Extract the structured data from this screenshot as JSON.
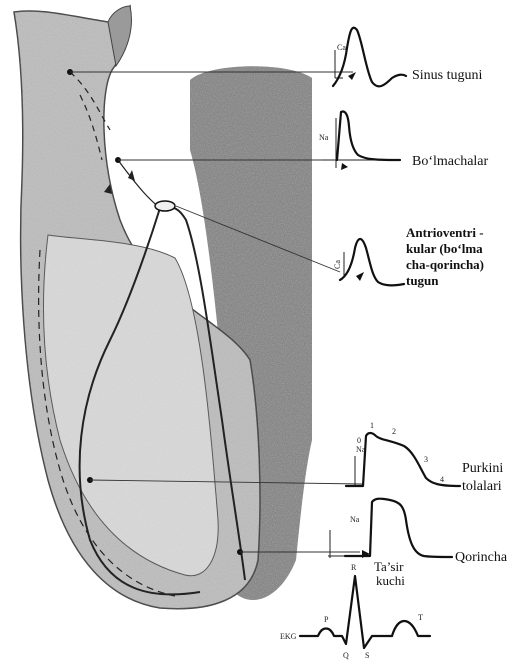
{
  "labels": {
    "sinus": "Sinus tuguni",
    "atria": "Bo‘lmachalar",
    "av_line1": "Antrioventri -",
    "av_line2": "kular  (bo‘lma",
    "av_line3": "cha-qorincha)",
    "av_line4": "tugun",
    "purkinje_line1": "Purkini",
    "purkinje_line2": "tolalari",
    "ventricle": "Qorincha",
    "effect_line1": "Ta’sir",
    "effect_line2": "kuchi"
  },
  "ion_labels": {
    "sinus": "Ca",
    "atria": "Na",
    "av": "Ca",
    "purkinje": "Na",
    "ventricle": "Na"
  },
  "phase_labels": [
    "0",
    "1",
    "2",
    "3",
    "4"
  ],
  "ecg": {
    "lead": "EKG",
    "waves": [
      "P",
      "R",
      "Q",
      "S",
      "T"
    ]
  },
  "colors": {
    "ink": "#111111",
    "tissue_shade": "#8a8a8a",
    "background": "#ffffff"
  }
}
